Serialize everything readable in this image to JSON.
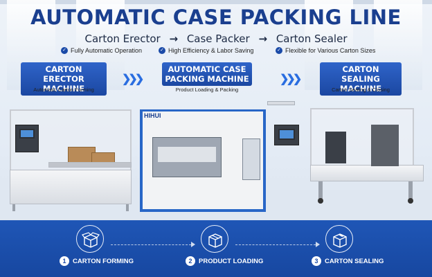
{
  "header": {
    "title": "AUTOMATIC CASE PACKING LINE",
    "flow": [
      "Carton Erector",
      "Case Packer",
      "Carton Sealer"
    ],
    "flow_arrow": "→"
  },
  "features": [
    "Fully Automatic Operation",
    "High Efficiency & Labor Saving",
    "Flexible for Various Carton Sizes"
  ],
  "machines": [
    {
      "line1": "CARTON ERECTOR",
      "line2": "MACHINE",
      "caption": "Automatic Carton Forming"
    },
    {
      "line1": "AUTOMATIC CASE",
      "line2": "PACKING MACHINE",
      "caption": "Product Loading & Packing",
      "brand": "HIHUI"
    },
    {
      "line1": "CARTON SEALING",
      "line2": "MACHINE",
      "caption": "Carton Sealing & Closing"
    }
  ],
  "chevrons": "❯❯❯",
  "steps": [
    {
      "number": "1",
      "label": "CARTON FORMING",
      "icon": "open-box-icon"
    },
    {
      "number": "2",
      "label": "PRODUCT LOADING",
      "icon": "box-icon"
    },
    {
      "number": "3",
      "label": "CARTON SEALING",
      "icon": "sealed-box-icon"
    }
  ],
  "colors": {
    "brand_blue": "#1a3f8f",
    "band_blue": "#1d50ad",
    "label_blue": "#2458b8"
  }
}
